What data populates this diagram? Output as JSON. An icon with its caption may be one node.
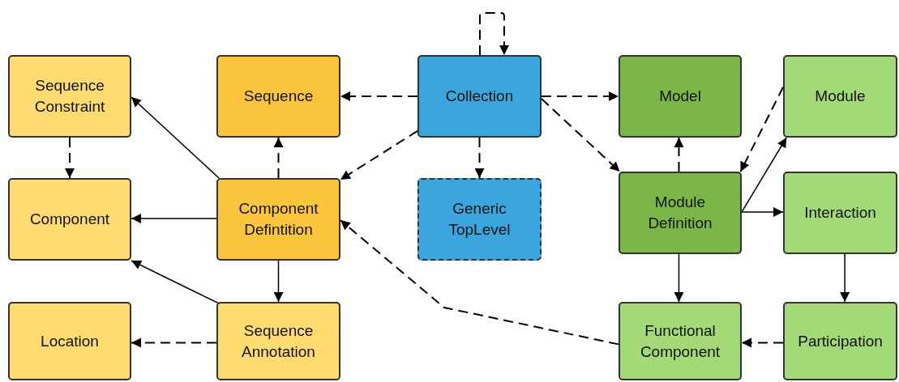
{
  "diagram": {
    "nodes": [
      {
        "text": [
          "Sequence Constraint"
        ]
      },
      {
        "text": [
          "Sequence"
        ]
      },
      {
        "text": [
          "Collection"
        ]
      },
      {
        "text": [
          "Model"
        ]
      },
      {
        "text": [
          "Module"
        ]
      },
      {
        "text": [
          "Component"
        ]
      },
      {
        "text": [
          "Component Defintition"
        ]
      },
      {
        "text": [
          "Generic TopLevel"
        ]
      },
      {
        "text": [
          "Module Definition"
        ]
      },
      {
        "text": [
          "Interaction"
        ]
      },
      {
        "text": [
          "Location"
        ]
      },
      {
        "text": [
          "Sequence Annotation"
        ]
      },
      {
        "text": [
          "Functional Component"
        ]
      },
      {
        "text": [
          "Participation"
        ]
      }
    ],
    "edges": [
      {
        "from": 2,
        "to": 2,
        "arrow": "to",
        "style": "dashed"
      },
      {
        "from": 2,
        "to": 1,
        "arrow": "to",
        "style": "dashed"
      },
      {
        "from": 2,
        "to": 3,
        "arrow": "to",
        "style": "dashed"
      },
      {
        "from": 2,
        "to": 6,
        "arrow": "to",
        "style": "dashed"
      },
      {
        "from": 2,
        "to": 7,
        "arrow": "to",
        "style": "dashed"
      },
      {
        "from": 2,
        "to": 8,
        "arrow": "to",
        "style": "dashed"
      },
      {
        "from": 6,
        "to": 1,
        "arrow": "to",
        "style": "dashed"
      },
      {
        "from": 6,
        "to": 0,
        "arrow": "to"
      },
      {
        "from": 0,
        "to": 5,
        "arrow": "to",
        "style": "dashed"
      },
      {
        "from": 6,
        "to": 5,
        "arrow": "to"
      },
      {
        "from": 11,
        "to": 5,
        "arrow": "to"
      },
      {
        "from": 6,
        "to": 11,
        "arrow": "to"
      },
      {
        "from": 11,
        "to": 10,
        "arrow": "to",
        "style": "dashed"
      },
      {
        "from": 12,
        "to": 6,
        "arrow": "to",
        "style": "dashed"
      },
      {
        "from": 8,
        "to": 3,
        "arrow": "to",
        "style": "dashed"
      },
      {
        "from": 4,
        "to": 8,
        "arrow": "to",
        "style": "dashed"
      },
      {
        "from": 8,
        "to": 4,
        "arrow": "to"
      },
      {
        "from": 8,
        "to": 9,
        "arrow": "to"
      },
      {
        "from": 8,
        "to": 12,
        "arrow": "to"
      },
      {
        "from": 9,
        "to": 13,
        "arrow": "to"
      },
      {
        "from": 13,
        "to": 12,
        "arrow": "to",
        "style": "dashed"
      }
    ]
  }
}
